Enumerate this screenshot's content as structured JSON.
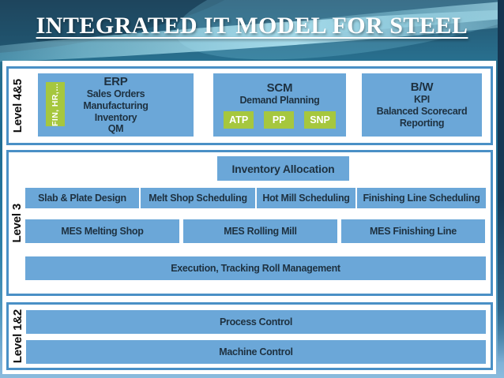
{
  "slide": {
    "title": "INTEGRATED IT MODEL FOR STEEL"
  },
  "colors": {
    "section_border": "#4a90c6",
    "box_fill": "#6ba7d8",
    "green_tag": "#a6c73e",
    "title_text": "#ffffff",
    "box_text": "#1e3140"
  },
  "sections": [
    {
      "label": "Level 4&5",
      "boxes": {
        "erp": {
          "title": "ERP",
          "lines": [
            "Sales Orders",
            "Manufacturing",
            "Inventory",
            "QM"
          ],
          "side_tag": "FIN, HR,…"
        },
        "scm": {
          "title": "SCM",
          "lines": [
            "Demand Planning"
          ],
          "chips": [
            "ATP",
            "PP",
            "SNP"
          ]
        },
        "bw": {
          "title": "B/W",
          "lines": [
            "KPI",
            "Balanced Scorecard",
            "Reporting"
          ]
        }
      }
    },
    {
      "label": "Level 3",
      "inventory_allocation": "Inventory Allocation",
      "scheduling_row": [
        "Slab & Plate Design",
        "Melt Shop Scheduling",
        "Hot Mill Scheduling",
        "Finishing Line Scheduling"
      ],
      "mes_row": [
        "MES Melting Shop",
        "MES Rolling Mill",
        "MES Finishing Line"
      ],
      "execution_bar": "Execution, Tracking Roll Management"
    },
    {
      "label": "Level 1&2",
      "bars": [
        "Process Control",
        "Machine Control"
      ]
    }
  ]
}
